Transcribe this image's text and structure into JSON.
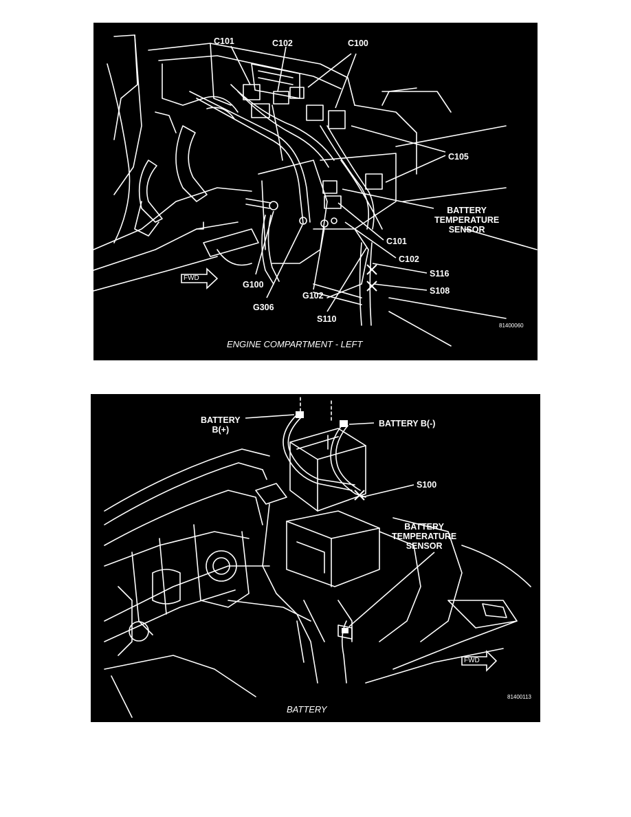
{
  "figures": [
    {
      "caption": "ENGINE COMPARTMENT - LEFT",
      "figure_number": "81400060",
      "callouts": {
        "c101_top": "C101",
        "c102_top": "C102",
        "c100": "C100",
        "c105": "C105",
        "battery_temp_sensor_line1": "BATTERY",
        "battery_temp_sensor_line2": "TEMPERATURE",
        "battery_temp_sensor_line3": "SENSOR",
        "c101_right": "C101",
        "c102_right": "C102",
        "s116": "S116",
        "s108": "S108",
        "s110": "S110",
        "g100": "G100",
        "g306": "G306",
        "g102": "G102",
        "fwd": "FWD"
      }
    },
    {
      "caption": "BATTERY",
      "figure_number": "81400113",
      "callouts": {
        "battery_pos_line1": "BATTERY",
        "battery_pos_line2": "B(+)",
        "battery_neg": "BATTERY B(-)",
        "s100": "S100",
        "battery_temp_sensor_line1": "BATTERY",
        "battery_temp_sensor_line2": "TEMPERATURE",
        "battery_temp_sensor_line3": "SENSOR",
        "fwd": "FWD"
      }
    }
  ]
}
